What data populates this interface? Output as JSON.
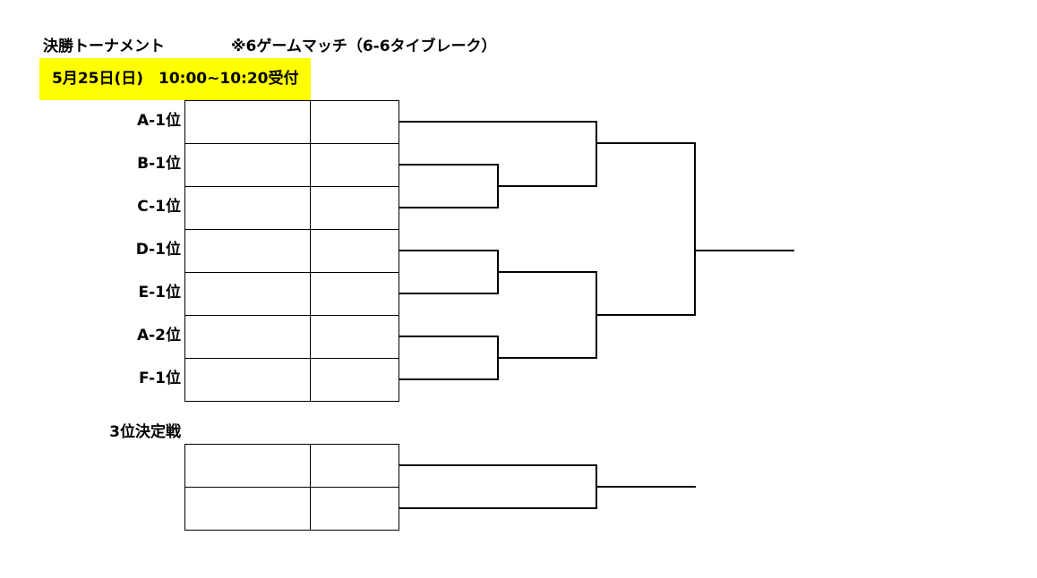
{
  "header": {
    "title": "決勝トーナメント",
    "note": "※6ゲームマッチ（6-6タイブレーク）",
    "date": "5月25日(日)　10:00~10:20受付",
    "highlight_color": "#ffff00"
  },
  "main_bracket": {
    "seeds": [
      "A-1位",
      "B-1位",
      "C-1位",
      "D-1位",
      "E-1位",
      "A-2位",
      "F-1位"
    ]
  },
  "third_place": {
    "label": "3位決定戦"
  }
}
